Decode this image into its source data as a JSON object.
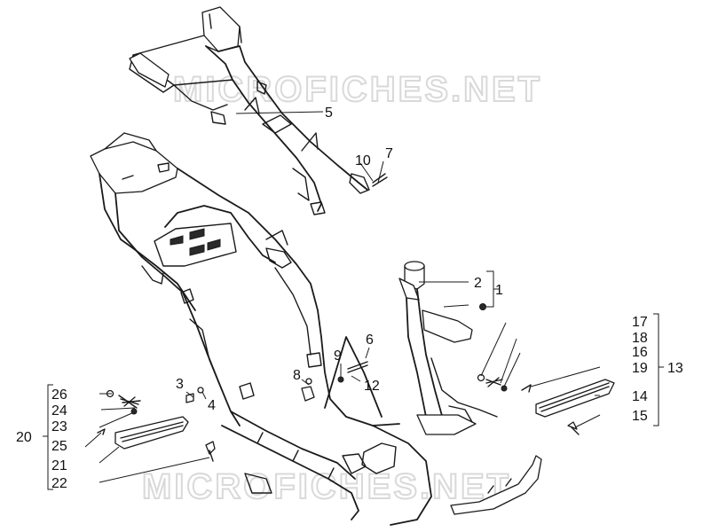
{
  "watermark_text": "MICROFICHES.NET",
  "callouts": [
    {
      "id": "c1",
      "text": "1"
    },
    {
      "id": "c2",
      "text": "2"
    },
    {
      "id": "c3",
      "text": "3"
    },
    {
      "id": "c4",
      "text": "4"
    },
    {
      "id": "c5",
      "text": "5"
    },
    {
      "id": "c6",
      "text": "6"
    },
    {
      "id": "c7",
      "text": "7"
    },
    {
      "id": "c8",
      "text": "8"
    },
    {
      "id": "c9",
      "text": "9"
    },
    {
      "id": "c10",
      "text": "10"
    },
    {
      "id": "c12",
      "text": "12"
    },
    {
      "id": "c13",
      "text": "13"
    },
    {
      "id": "c14",
      "text": "14"
    },
    {
      "id": "c15",
      "text": "15"
    },
    {
      "id": "c16",
      "text": "16"
    },
    {
      "id": "c17",
      "text": "17"
    },
    {
      "id": "c18",
      "text": "18"
    },
    {
      "id": "c19",
      "text": "19"
    },
    {
      "id": "c20",
      "text": "20"
    },
    {
      "id": "c21",
      "text": "21"
    },
    {
      "id": "c22",
      "text": "22"
    },
    {
      "id": "c23",
      "text": "23"
    },
    {
      "id": "c24",
      "text": "24"
    },
    {
      "id": "c25",
      "text": "25"
    },
    {
      "id": "c26",
      "text": "26"
    }
  ],
  "colors": {
    "line": "#1a1a1a",
    "watermark_outline": "#d9d9d9",
    "background": "#ffffff"
  }
}
